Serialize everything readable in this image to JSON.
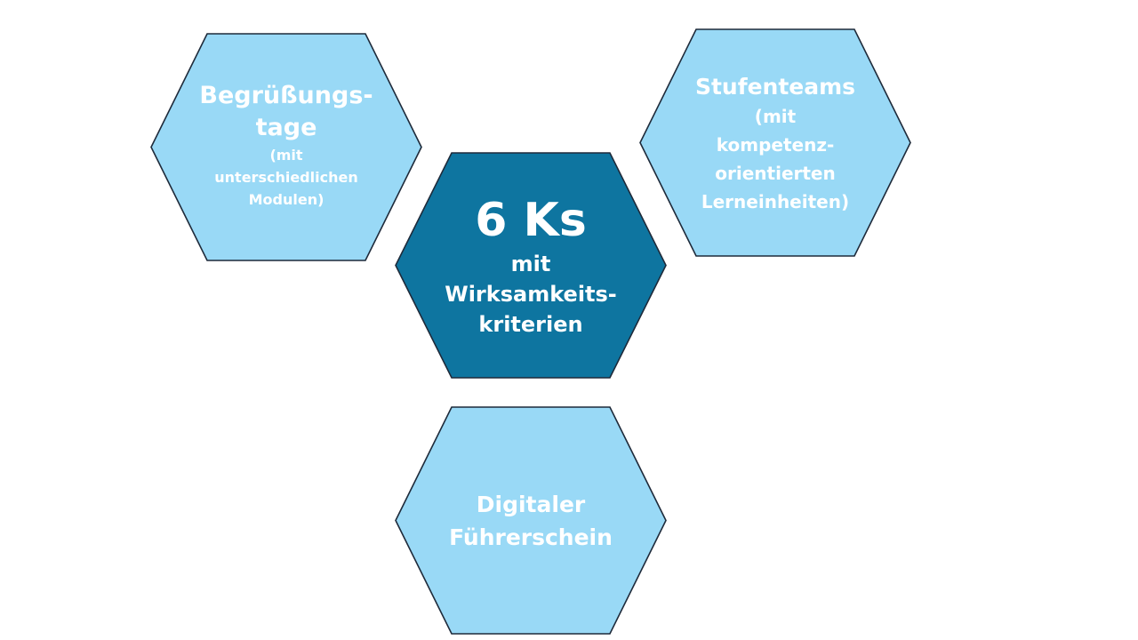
{
  "colors": {
    "light_fill": "#99d9f6",
    "dark_fill": "#0e75a0",
    "outline": "#1e2a3a",
    "text": "#ffffff"
  },
  "hexagons": [
    {
      "title_lines": [
        "Begrüßungs-",
        "tage"
      ],
      "sub_lines": [
        "(mit",
        "unterschiedlichen",
        "Modulen)"
      ]
    },
    {
      "title_lines": [
        "Stufenteams"
      ],
      "sub_lines": [
        "(mit",
        "kompetenz-",
        "orientierten",
        "Lerneinheiten)"
      ]
    },
    {
      "title_lines": [
        "6 Ks"
      ],
      "sub_lines": [
        "mit",
        "Wirksamkeits-",
        "kriterien"
      ]
    },
    {
      "title_lines": [
        "Digitaler",
        "Führerschein"
      ],
      "sub_lines": []
    }
  ]
}
